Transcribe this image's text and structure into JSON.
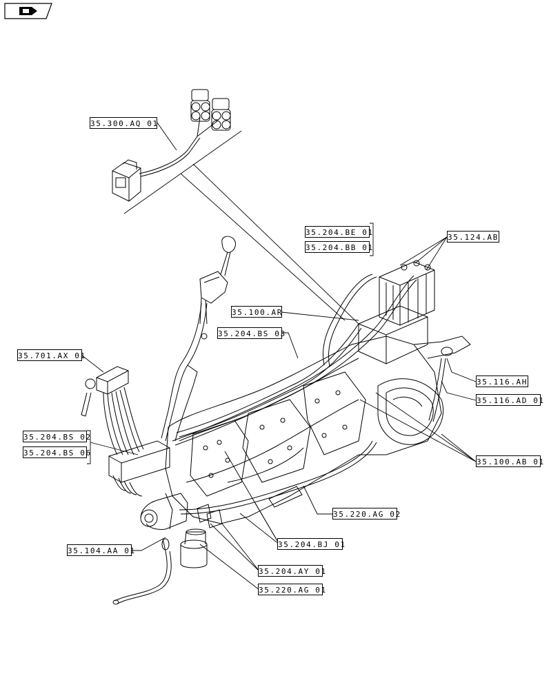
{
  "nav": {
    "icon": "next-page-arrow-icon"
  },
  "callouts": [
    {
      "id": "c01",
      "label": "35.300.AQ 01"
    },
    {
      "id": "c02",
      "label": "35.204.BE 01"
    },
    {
      "id": "c03",
      "label": "35.204.BB 01"
    },
    {
      "id": "c04",
      "label": "35.124.AB"
    },
    {
      "id": "c05",
      "label": "35.100.AR"
    },
    {
      "id": "c06",
      "label": "35.204.BS 03"
    },
    {
      "id": "c07",
      "label": "35.701.AX 01"
    },
    {
      "id": "c08",
      "label": "35.116.AH"
    },
    {
      "id": "c09",
      "label": "35.116.AD 01"
    },
    {
      "id": "c10",
      "label": "35.204.BS 02"
    },
    {
      "id": "c11",
      "label": "35.204.BS 06"
    },
    {
      "id": "c12",
      "label": "35.100.AB 01"
    },
    {
      "id": "c13",
      "label": "35.220.AG 02"
    },
    {
      "id": "c14",
      "label": "35.104.AA 01"
    },
    {
      "id": "c15",
      "label": "35.204.BJ 01"
    },
    {
      "id": "c16",
      "label": "35.204.AY 01"
    },
    {
      "id": "c17",
      "label": "35.220.AG 01"
    }
  ]
}
